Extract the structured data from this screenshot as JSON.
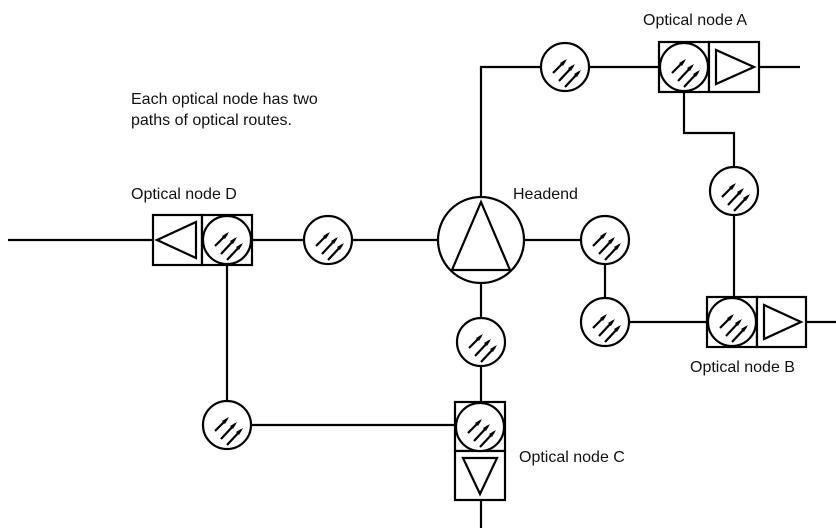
{
  "note": {
    "line1": "Each optical node has two",
    "line2": "paths of optical routes."
  },
  "headend": {
    "label": "Headend"
  },
  "nodes": {
    "a": {
      "label": "Optical node A"
    },
    "b": {
      "label": "Optical node B"
    },
    "c": {
      "label": "Optical node C"
    },
    "d": {
      "label": "Optical node D"
    }
  },
  "icons": {
    "optical": "optical-receiver-icon",
    "amp": "amplifier-triangle-icon"
  }
}
